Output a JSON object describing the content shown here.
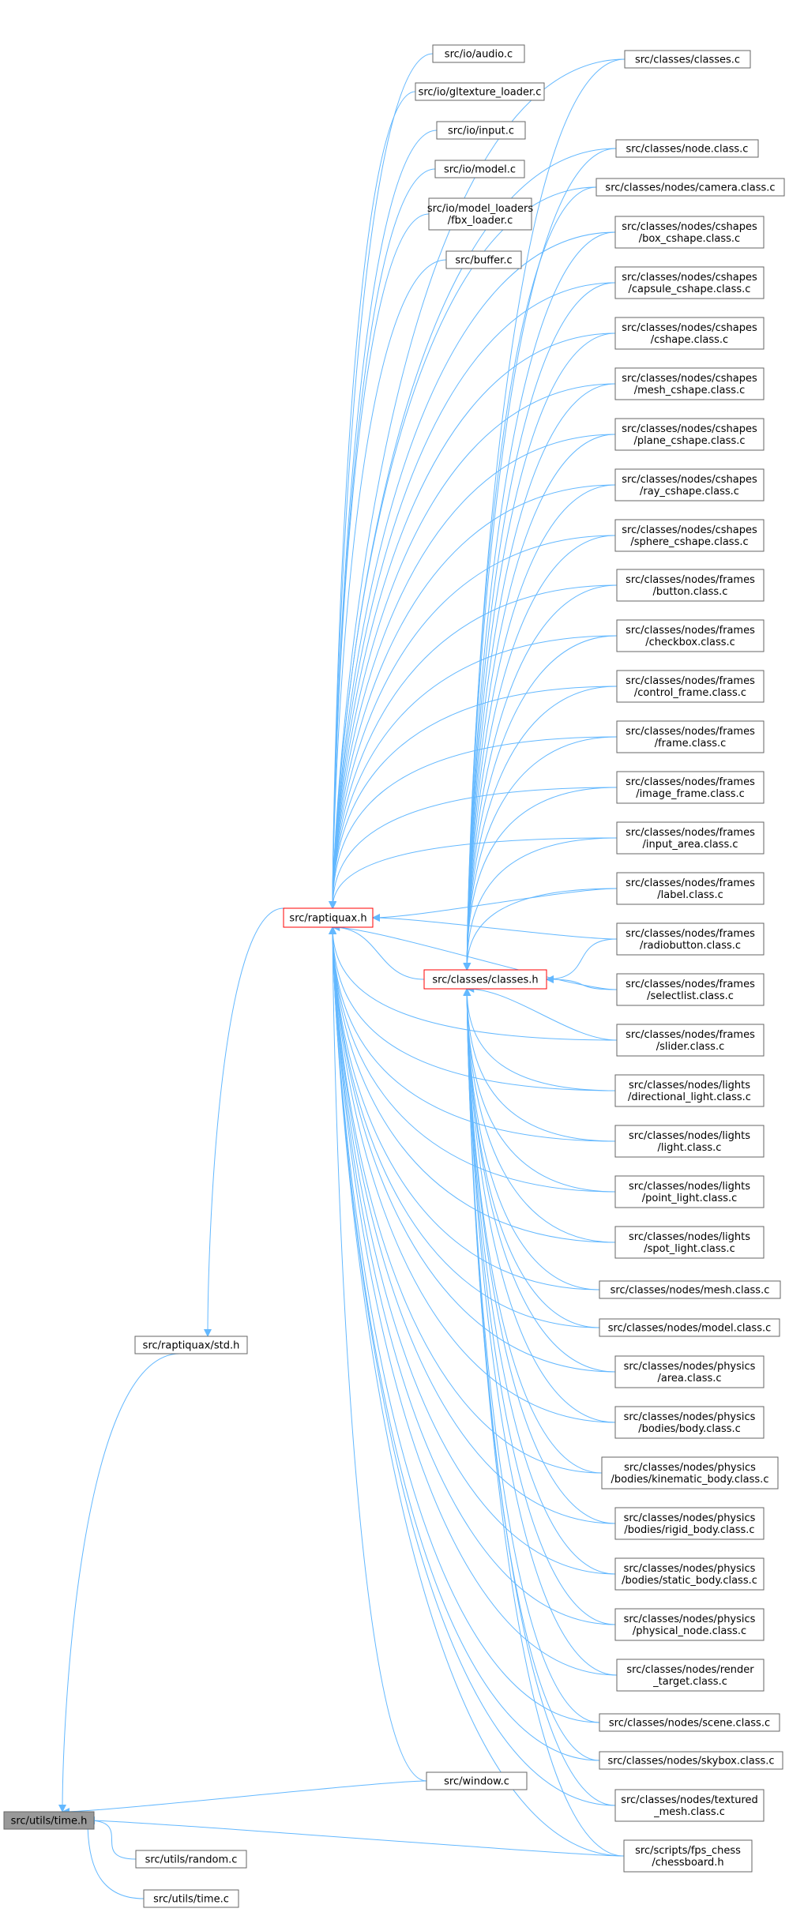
{
  "nodes": [
    {
      "id": "time_h",
      "lines": [
        "src/utils/time.h"
      ],
      "style": "root"
    },
    {
      "id": "random_c",
      "lines": [
        "src/utils/random.c"
      ]
    },
    {
      "id": "time_c",
      "lines": [
        "src/utils/time.c"
      ]
    },
    {
      "id": "std_h",
      "lines": [
        "src/raptiquax/std.h"
      ]
    },
    {
      "id": "raptiquax_h",
      "lines": [
        "src/raptiquax.h"
      ],
      "style": "red"
    },
    {
      "id": "classes_h",
      "lines": [
        "src/classes/classes.h"
      ],
      "style": "red"
    },
    {
      "id": "window_c",
      "lines": [
        "src/window.c"
      ]
    },
    {
      "id": "audio_c",
      "lines": [
        "src/io/audio.c"
      ]
    },
    {
      "id": "gltexture_c",
      "lines": [
        "src/io/gltexture_loader.c"
      ]
    },
    {
      "id": "input_c",
      "lines": [
        "src/io/input.c"
      ]
    },
    {
      "id": "model_c",
      "lines": [
        "src/io/model.c"
      ]
    },
    {
      "id": "fbx_c",
      "lines": [
        "src/io/model_loaders",
        "/fbx_loader.c"
      ]
    },
    {
      "id": "buffer_c",
      "lines": [
        "src/buffer.c"
      ]
    },
    {
      "id": "classes_c",
      "lines": [
        "src/classes/classes.c"
      ]
    },
    {
      "id": "node_c",
      "lines": [
        "src/classes/node.class.c"
      ]
    },
    {
      "id": "camera_c",
      "lines": [
        "src/classes/nodes/camera.class.c"
      ]
    },
    {
      "id": "box_cs",
      "lines": [
        "src/classes/nodes/cshapes",
        "/box_cshape.class.c"
      ]
    },
    {
      "id": "capsule_cs",
      "lines": [
        "src/classes/nodes/cshapes",
        "/capsule_cshape.class.c"
      ]
    },
    {
      "id": "cshape_c",
      "lines": [
        "src/classes/nodes/cshapes",
        "/cshape.class.c"
      ]
    },
    {
      "id": "mesh_cs",
      "lines": [
        "src/classes/nodes/cshapes",
        "/mesh_cshape.class.c"
      ]
    },
    {
      "id": "plane_cs",
      "lines": [
        "src/classes/nodes/cshapes",
        "/plane_cshape.class.c"
      ]
    },
    {
      "id": "ray_cs",
      "lines": [
        "src/classes/nodes/cshapes",
        "/ray_cshape.class.c"
      ]
    },
    {
      "id": "sphere_cs",
      "lines": [
        "src/classes/nodes/cshapes",
        "/sphere_cshape.class.c"
      ]
    },
    {
      "id": "button_c",
      "lines": [
        "src/classes/nodes/frames",
        "/button.class.c"
      ]
    },
    {
      "id": "checkbox_c",
      "lines": [
        "src/classes/nodes/frames",
        "/checkbox.class.c"
      ]
    },
    {
      "id": "control_c",
      "lines": [
        "src/classes/nodes/frames",
        "/control_frame.class.c"
      ]
    },
    {
      "id": "frame_c",
      "lines": [
        "src/classes/nodes/frames",
        "/frame.class.c"
      ]
    },
    {
      "id": "image_c",
      "lines": [
        "src/classes/nodes/frames",
        "/image_frame.class.c"
      ]
    },
    {
      "id": "inputarea_c",
      "lines": [
        "src/classes/nodes/frames",
        "/input_area.class.c"
      ]
    },
    {
      "id": "label_c",
      "lines": [
        "src/classes/nodes/frames",
        "/label.class.c"
      ]
    },
    {
      "id": "radio_c",
      "lines": [
        "src/classes/nodes/frames",
        "/radiobutton.class.c"
      ]
    },
    {
      "id": "select_c",
      "lines": [
        "src/classes/nodes/frames",
        "/selectlist.class.c"
      ]
    },
    {
      "id": "slider_c",
      "lines": [
        "src/classes/nodes/frames",
        "/slider.class.c"
      ]
    },
    {
      "id": "dirlight_c",
      "lines": [
        "src/classes/nodes/lights",
        "/directional_light.class.c"
      ]
    },
    {
      "id": "light_c",
      "lines": [
        "src/classes/nodes/lights",
        "/light.class.c"
      ]
    },
    {
      "id": "pointlight_c",
      "lines": [
        "src/classes/nodes/lights",
        "/point_light.class.c"
      ]
    },
    {
      "id": "spotlight_c",
      "lines": [
        "src/classes/nodes/lights",
        "/spot_light.class.c"
      ]
    },
    {
      "id": "mesh_c",
      "lines": [
        "src/classes/nodes/mesh.class.c"
      ]
    },
    {
      "id": "modelclass_c",
      "lines": [
        "src/classes/nodes/model.class.c"
      ]
    },
    {
      "id": "area_c",
      "lines": [
        "src/classes/nodes/physics",
        "/area.class.c"
      ]
    },
    {
      "id": "body_c",
      "lines": [
        "src/classes/nodes/physics",
        "/bodies/body.class.c"
      ]
    },
    {
      "id": "kinematic_c",
      "lines": [
        "src/classes/nodes/physics",
        "/bodies/kinematic_body.class.c"
      ]
    },
    {
      "id": "rigid_c",
      "lines": [
        "src/classes/nodes/physics",
        "/bodies/rigid_body.class.c"
      ]
    },
    {
      "id": "static_c",
      "lines": [
        "src/classes/nodes/physics",
        "/bodies/static_body.class.c"
      ]
    },
    {
      "id": "physnode_c",
      "lines": [
        "src/classes/nodes/physics",
        "/physical_node.class.c"
      ]
    },
    {
      "id": "render_c",
      "lines": [
        "src/classes/nodes/render",
        "_target.class.c"
      ]
    },
    {
      "id": "scene_c",
      "lines": [
        "src/classes/nodes/scene.class.c"
      ]
    },
    {
      "id": "skybox_c",
      "lines": [
        "src/classes/nodes/skybox.class.c"
      ]
    },
    {
      "id": "textured_c",
      "lines": [
        "src/classes/nodes/textured",
        "_mesh.class.c"
      ]
    },
    {
      "id": "chess_h",
      "lines": [
        "src/scripts/fps_chess",
        "/chessboard.h"
      ]
    }
  ],
  "edges": [
    [
      "random_c",
      "time_h"
    ],
    [
      "time_c",
      "time_h"
    ],
    [
      "std_h",
      "time_h"
    ],
    [
      "window_c",
      "time_h"
    ],
    [
      "chess_h",
      "time_h"
    ],
    [
      "raptiquax_h",
      "std_h"
    ],
    [
      "window_c",
      "raptiquax_h"
    ],
    [
      "audio_c",
      "raptiquax_h"
    ],
    [
      "gltexture_c",
      "raptiquax_h"
    ],
    [
      "input_c",
      "raptiquax_h"
    ],
    [
      "model_c",
      "raptiquax_h"
    ],
    [
      "fbx_c",
      "raptiquax_h"
    ],
    [
      "buffer_c",
      "raptiquax_h"
    ],
    [
      "classes_c",
      "raptiquax_h"
    ],
    [
      "classes_h",
      "raptiquax_h"
    ],
    [
      "chess_h",
      "raptiquax_h"
    ],
    [
      "node_c",
      "raptiquax_h"
    ],
    [
      "camera_c",
      "raptiquax_h"
    ],
    [
      "box_cs",
      "raptiquax_h"
    ],
    [
      "capsule_cs",
      "raptiquax_h"
    ],
    [
      "cshape_c",
      "raptiquax_h"
    ],
    [
      "mesh_cs",
      "raptiquax_h"
    ],
    [
      "plane_cs",
      "raptiquax_h"
    ],
    [
      "ray_cs",
      "raptiquax_h"
    ],
    [
      "sphere_cs",
      "raptiquax_h"
    ],
    [
      "button_c",
      "raptiquax_h"
    ],
    [
      "checkbox_c",
      "raptiquax_h"
    ],
    [
      "control_c",
      "raptiquax_h"
    ],
    [
      "frame_c",
      "raptiquax_h"
    ],
    [
      "image_c",
      "raptiquax_h"
    ],
    [
      "inputarea_c",
      "raptiquax_h"
    ],
    [
      "label_c",
      "raptiquax_h"
    ],
    [
      "radio_c",
      "raptiquax_h"
    ],
    [
      "select_c",
      "raptiquax_h"
    ],
    [
      "slider_c",
      "raptiquax_h"
    ],
    [
      "dirlight_c",
      "raptiquax_h"
    ],
    [
      "light_c",
      "raptiquax_h"
    ],
    [
      "pointlight_c",
      "raptiquax_h"
    ],
    [
      "spotlight_c",
      "raptiquax_h"
    ],
    [
      "mesh_c",
      "raptiquax_h"
    ],
    [
      "modelclass_c",
      "raptiquax_h"
    ],
    [
      "area_c",
      "raptiquax_h"
    ],
    [
      "body_c",
      "raptiquax_h"
    ],
    [
      "kinematic_c",
      "raptiquax_h"
    ],
    [
      "rigid_c",
      "raptiquax_h"
    ],
    [
      "static_c",
      "raptiquax_h"
    ],
    [
      "physnode_c",
      "raptiquax_h"
    ],
    [
      "render_c",
      "raptiquax_h"
    ],
    [
      "scene_c",
      "raptiquax_h"
    ],
    [
      "skybox_c",
      "raptiquax_h"
    ],
    [
      "textured_c",
      "raptiquax_h"
    ],
    [
      "classes_c",
      "classes_h"
    ],
    [
      "node_c",
      "classes_h"
    ],
    [
      "camera_c",
      "classes_h"
    ],
    [
      "box_cs",
      "classes_h"
    ],
    [
      "capsule_cs",
      "classes_h"
    ],
    [
      "cshape_c",
      "classes_h"
    ],
    [
      "mesh_cs",
      "classes_h"
    ],
    [
      "plane_cs",
      "classes_h"
    ],
    [
      "ray_cs",
      "classes_h"
    ],
    [
      "sphere_cs",
      "classes_h"
    ],
    [
      "button_c",
      "classes_h"
    ],
    [
      "checkbox_c",
      "classes_h"
    ],
    [
      "control_c",
      "classes_h"
    ],
    [
      "frame_c",
      "classes_h"
    ],
    [
      "image_c",
      "classes_h"
    ],
    [
      "inputarea_c",
      "classes_h"
    ],
    [
      "label_c",
      "classes_h"
    ],
    [
      "radio_c",
      "classes_h"
    ],
    [
      "select_c",
      "classes_h"
    ],
    [
      "slider_c",
      "classes_h"
    ],
    [
      "dirlight_c",
      "classes_h"
    ],
    [
      "light_c",
      "classes_h"
    ],
    [
      "pointlight_c",
      "classes_h"
    ],
    [
      "spotlight_c",
      "classes_h"
    ],
    [
      "mesh_c",
      "classes_h"
    ],
    [
      "modelclass_c",
      "classes_h"
    ],
    [
      "area_c",
      "classes_h"
    ],
    [
      "body_c",
      "classes_h"
    ],
    [
      "kinematic_c",
      "classes_h"
    ],
    [
      "rigid_c",
      "classes_h"
    ],
    [
      "static_c",
      "classes_h"
    ],
    [
      "physnode_c",
      "classes_h"
    ],
    [
      "render_c",
      "classes_h"
    ],
    [
      "scene_c",
      "classes_h"
    ],
    [
      "skybox_c",
      "classes_h"
    ],
    [
      "textured_c",
      "classes_h"
    ],
    [
      "chess_h",
      "classes_h"
    ]
  ]
}
